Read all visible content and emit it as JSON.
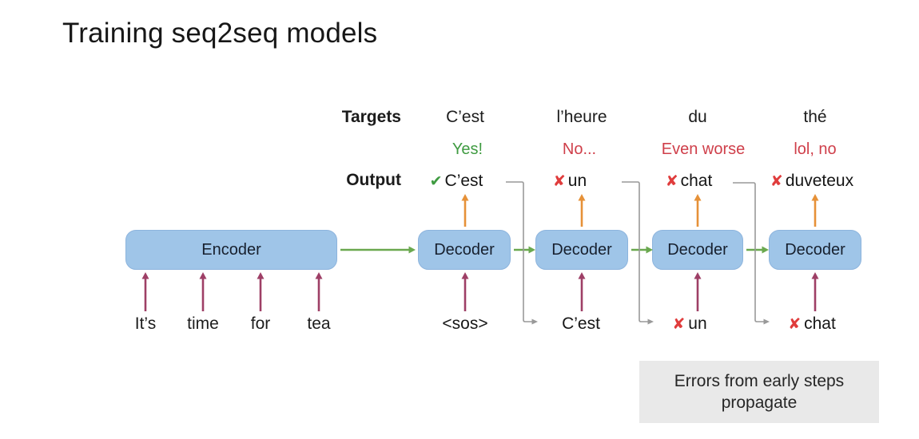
{
  "title": "Training seq2seq models",
  "row_labels": {
    "targets": "Targets",
    "output": "Output"
  },
  "encoder": {
    "label": "Encoder",
    "inputs": [
      "It’s",
      "time",
      "for",
      "tea"
    ]
  },
  "columns": [
    {
      "target": "C’est",
      "feedback": "Yes!",
      "feedback_color": "#3f9b41",
      "output_mark": "✔",
      "output_mark_color": "#3f9b41",
      "output": "C’est",
      "box_label": "Decoder",
      "input_mark": "",
      "input_mark_color": "#e03c3c",
      "input": "<sos>"
    },
    {
      "target": "l’heure",
      "feedback": "No...",
      "feedback_color": "#cf3f4a",
      "output_mark": "✘",
      "output_mark_color": "#e03c3c",
      "output": "un",
      "box_label": "Decoder",
      "input_mark": "",
      "input_mark_color": "#e03c3c",
      "input": "C’est"
    },
    {
      "target": "du",
      "feedback": "Even worse",
      "feedback_color": "#cf3f4a",
      "output_mark": "✘",
      "output_mark_color": "#e03c3c",
      "output": "chat",
      "box_label": "Decoder",
      "input_mark": "✘",
      "input_mark_color": "#e03c3c",
      "input": "un"
    },
    {
      "target": "thé",
      "feedback": "lol, no",
      "feedback_color": "#cf3f4a",
      "output_mark": "✘",
      "output_mark_color": "#e03c3c",
      "output": "duveteux",
      "box_label": "Decoder",
      "input_mark": "✘",
      "input_mark_color": "#e03c3c",
      "input": "chat"
    }
  ],
  "note": {
    "text": "Errors from early steps propagate"
  },
  "colors": {
    "box_fill": "#9fc5e8",
    "box_border": "#8db4dd",
    "green_arrow": "#6aa84f",
    "orange_arrow": "#e69138",
    "purple_arrow": "#9e3f66",
    "gray_line": "#999999",
    "good_text": "#3f9b41",
    "bad_text": "#cf3f4a",
    "cross_red": "#e03c3c",
    "note_bg": "#e9e9e9"
  }
}
